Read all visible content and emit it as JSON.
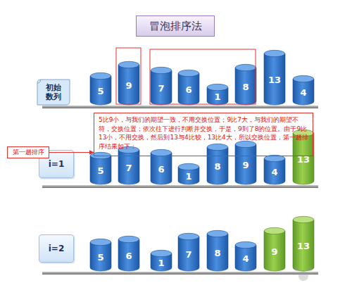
{
  "diagram": {
    "title": "冒泡排序法",
    "nodes": [
      {
        "text": [
          "初始数列"
        ]
      },
      {
        "text": [
          "5"
        ]
      },
      {
        "text": [
          "9"
        ]
      },
      {
        "text": [
          "7"
        ]
      },
      {
        "text": [
          "6"
        ]
      },
      {
        "text": [
          "1"
        ]
      },
      {
        "text": [
          "8"
        ]
      },
      {
        "text": [
          "13"
        ]
      },
      {
        "text": [
          "4"
        ]
      },
      {
        "text": [
          "5比9小，与我们的期望一致，不用交换位置；9比7大，与我们的期望不符，交换位置；依次往下进行判断并交换，于是，9到了8的位置。由于9比13小，不用交换，然后到13与4比较，13比4大，所以交换位置，第一趟排序结果如下："
        ]
      },
      {
        "text": [
          "第一趟排序"
        ]
      },
      {
        "text": [
          "i=1"
        ]
      },
      {
        "text": [
          "5"
        ]
      },
      {
        "text": [
          "7"
        ]
      },
      {
        "text": [
          "6"
        ]
      },
      {
        "text": [
          "1"
        ]
      },
      {
        "text": [
          "8"
        ]
      },
      {
        "text": [
          "9"
        ]
      },
      {
        "text": [
          "4"
        ]
      },
      {
        "text": [
          "13"
        ]
      },
      {
        "text": [
          "i=2"
        ]
      },
      {
        "text": [
          "5"
        ]
      },
      {
        "text": [
          "6"
        ]
      },
      {
        "text": [
          "1"
        ]
      },
      {
        "text": [
          "7"
        ]
      },
      {
        "text": [
          "8"
        ]
      },
      {
        "text": [
          "4"
        ]
      },
      {
        "text": [
          "9"
        ]
      },
      {
        "text": [
          "13"
        ]
      }
    ],
    "edges": [
      {
        "from": 10,
        "to": 9,
        "arrow": "to"
      }
    ]
  }
}
